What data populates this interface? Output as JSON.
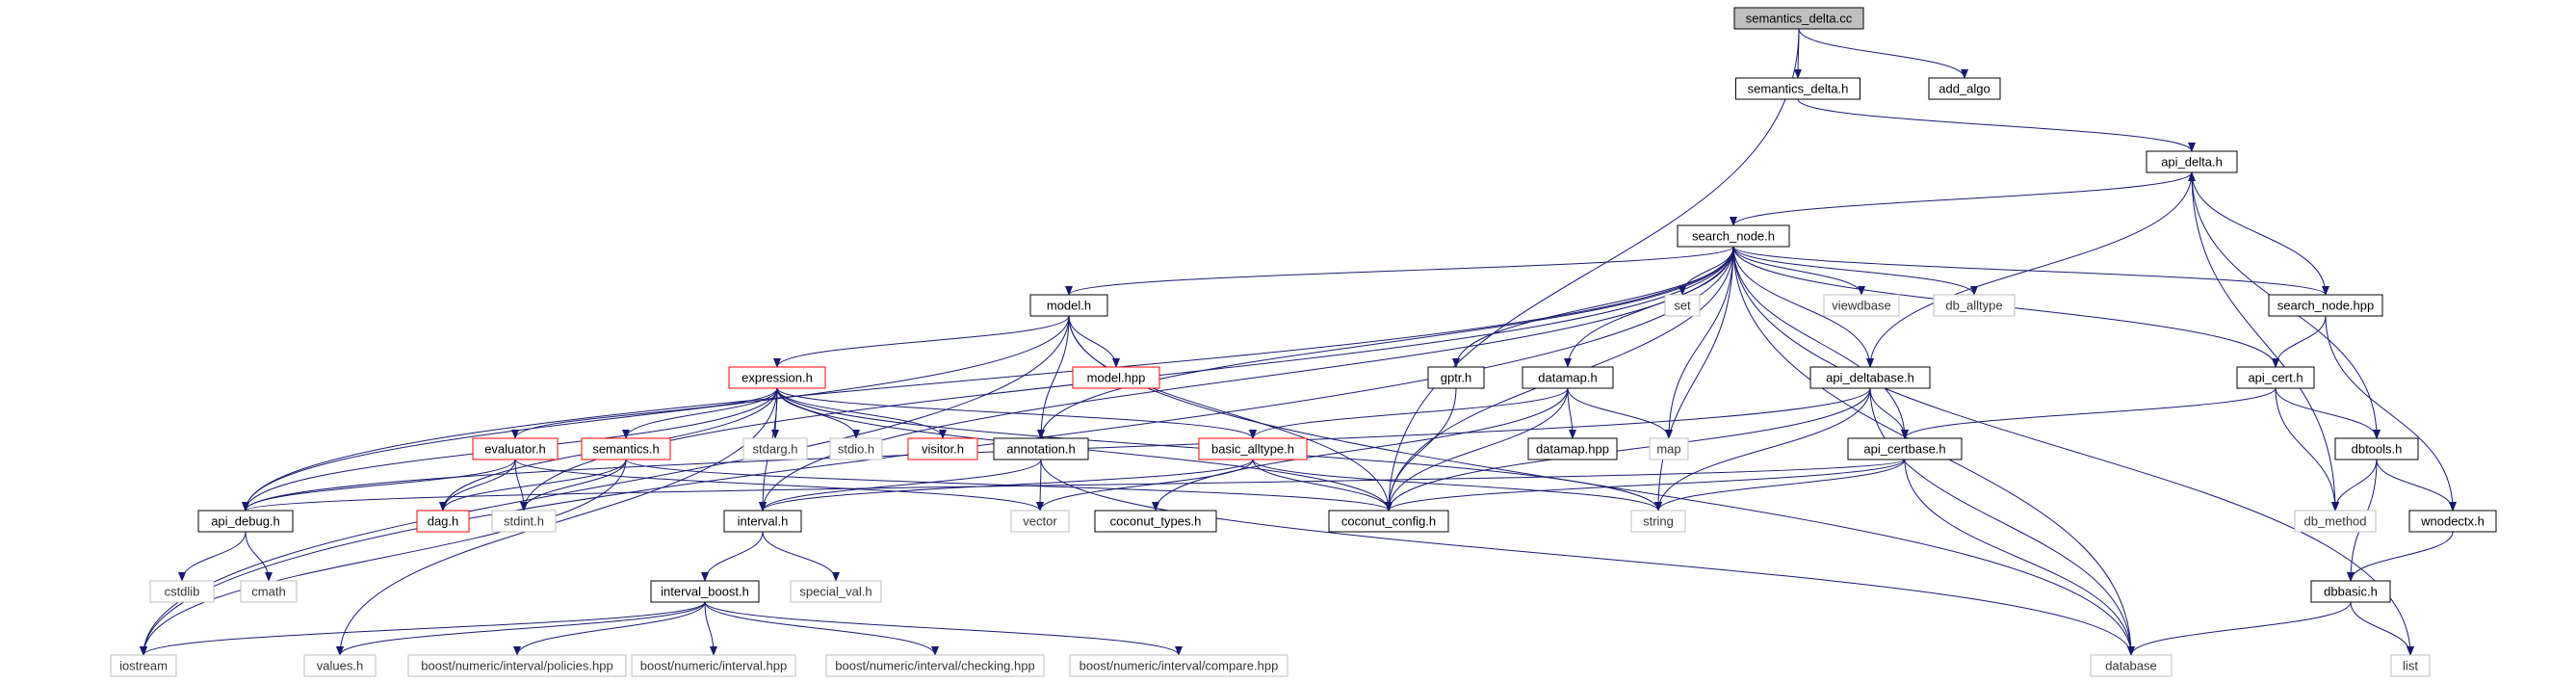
{
  "title": "semantics_delta.cc",
  "colors": {
    "root_fill": "#bfbfbf",
    "edge": "#191970",
    "documented_border": "#000000",
    "external_border": "#bfbfbf",
    "truncated_border": "#ff0000",
    "background": "#ffffff"
  },
  "nodes": [
    {
      "id": "semantics_delta_cc",
      "label": "semantics_delta.cc",
      "kind": "root"
    },
    {
      "id": "semantics_delta_h",
      "label": "semantics_delta.h",
      "kind": "documented"
    },
    {
      "id": "add_algo",
      "label": "add_algo",
      "kind": "documented"
    },
    {
      "id": "api_delta_h",
      "label": "api_delta.h",
      "kind": "documented"
    },
    {
      "id": "search_node_h",
      "label": "search_node.h",
      "kind": "documented"
    },
    {
      "id": "model_h",
      "label": "model.h",
      "kind": "documented"
    },
    {
      "id": "set",
      "label": "set",
      "kind": "external"
    },
    {
      "id": "viewdbase",
      "label": "viewdbase",
      "kind": "external"
    },
    {
      "id": "db_alltype",
      "label": "db_alltype",
      "kind": "external"
    },
    {
      "id": "search_node_hpp",
      "label": "search_node.hpp",
      "kind": "documented"
    },
    {
      "id": "model_hpp",
      "label": "model.hpp",
      "kind": "truncated"
    },
    {
      "id": "gptr_h",
      "label": "gptr.h",
      "kind": "documented"
    },
    {
      "id": "datamap_h",
      "label": "datamap.h",
      "kind": "documented"
    },
    {
      "id": "api_deltabase_h",
      "label": "api_deltabase.h",
      "kind": "documented"
    },
    {
      "id": "api_cert_h",
      "label": "api_cert.h",
      "kind": "documented"
    },
    {
      "id": "expression_h",
      "label": "expression.h",
      "kind": "truncated"
    },
    {
      "id": "evaluator_h",
      "label": "evaluator.h",
      "kind": "truncated"
    },
    {
      "id": "semantics_h",
      "label": "semantics.h",
      "kind": "truncated"
    },
    {
      "id": "stdarg_h",
      "label": "stdarg.h",
      "kind": "external"
    },
    {
      "id": "stdio_h",
      "label": "stdio.h",
      "kind": "external"
    },
    {
      "id": "visitor_h",
      "label": "visitor.h",
      "kind": "truncated"
    },
    {
      "id": "annotation_h",
      "label": "annotation.h",
      "kind": "documented"
    },
    {
      "id": "basic_alltype_h",
      "label": "basic_alltype.h",
      "kind": "truncated"
    },
    {
      "id": "datamap_hpp",
      "label": "datamap.hpp",
      "kind": "documented"
    },
    {
      "id": "map",
      "label": "map",
      "kind": "external"
    },
    {
      "id": "api_certbase_h",
      "label": "api_certbase.h",
      "kind": "documented"
    },
    {
      "id": "dbtools_h",
      "label": "dbtools.h",
      "kind": "documented"
    },
    {
      "id": "api_debug_h",
      "label": "api_debug.h",
      "kind": "documented"
    },
    {
      "id": "dag_h",
      "label": "dag.h",
      "kind": "truncated"
    },
    {
      "id": "stdint_h",
      "label": "stdint.h",
      "kind": "external"
    },
    {
      "id": "interval_h",
      "label": "interval.h",
      "kind": "documented"
    },
    {
      "id": "vector",
      "label": "vector",
      "kind": "external"
    },
    {
      "id": "coconut_types_h",
      "label": "coconut_types.h",
      "kind": "documented"
    },
    {
      "id": "coconut_config_h",
      "label": "coconut_config.h",
      "kind": "documented"
    },
    {
      "id": "string",
      "label": "string",
      "kind": "external"
    },
    {
      "id": "db_method",
      "label": "db_method",
      "kind": "external"
    },
    {
      "id": "wnodectx_h",
      "label": "wnodectx.h",
      "kind": "documented"
    },
    {
      "id": "cstdlib",
      "label": "cstdlib",
      "kind": "external"
    },
    {
      "id": "cmath",
      "label": "cmath",
      "kind": "external"
    },
    {
      "id": "interval_boost_h",
      "label": "interval_boost.h",
      "kind": "documented"
    },
    {
      "id": "special_val_h",
      "label": "special_val.h",
      "kind": "external"
    },
    {
      "id": "dbbasic_h",
      "label": "dbbasic.h",
      "kind": "documented"
    },
    {
      "id": "iostream",
      "label": "iostream",
      "kind": "external"
    },
    {
      "id": "values_h",
      "label": "values.h",
      "kind": "external"
    },
    {
      "id": "policies_hpp",
      "label": "boost/numeric/interval/policies.hpp",
      "kind": "external"
    },
    {
      "id": "interval_hpp",
      "label": "boost/numeric/interval.hpp",
      "kind": "external"
    },
    {
      "id": "checking_hpp",
      "label": "boost/numeric/interval/checking.hpp",
      "kind": "external"
    },
    {
      "id": "compare_hpp",
      "label": "boost/numeric/interval/compare.hpp",
      "kind": "external"
    },
    {
      "id": "database",
      "label": "database",
      "kind": "external"
    },
    {
      "id": "list",
      "label": "list",
      "kind": "external"
    }
  ],
  "edges": [
    [
      "semantics_delta_cc",
      "semantics_delta_h"
    ],
    [
      "semantics_delta_cc",
      "add_algo"
    ],
    [
      "semantics_delta_cc",
      "coconut_config_h"
    ],
    [
      "semantics_delta_h",
      "api_delta_h"
    ],
    [
      "api_delta_h",
      "search_node_h"
    ],
    [
      "api_delta_h",
      "api_deltabase_h"
    ],
    [
      "api_delta_h",
      "dbtools_h"
    ],
    [
      "api_delta_h",
      "db_method"
    ],
    [
      "search_node_h",
      "model_h"
    ],
    [
      "search_node_h",
      "set"
    ],
    [
      "search_node_h",
      "viewdbase"
    ],
    [
      "search_node_h",
      "db_alltype"
    ],
    [
      "search_node_h",
      "search_node_hpp"
    ],
    [
      "search_node_h",
      "gptr_h"
    ],
    [
      "search_node_h",
      "datamap_h"
    ],
    [
      "search_node_h",
      "api_deltabase_h"
    ],
    [
      "search_node_h",
      "api_cert_h"
    ],
    [
      "search_node_h",
      "annotation_h"
    ],
    [
      "search_node_h",
      "api_debug_h"
    ],
    [
      "search_node_h",
      "iostream"
    ],
    [
      "search_node_h",
      "interval_h"
    ],
    [
      "search_node_h",
      "map"
    ],
    [
      "search_node_h",
      "api_certbase_h"
    ],
    [
      "search_node_h",
      "coconut_config_h"
    ],
    [
      "search_node_h",
      "string"
    ],
    [
      "search_node_h",
      "database"
    ],
    [
      "search_node_h",
      "list"
    ],
    [
      "search_node_h",
      "stdint_h"
    ],
    [
      "search_node_hpp",
      "api_delta_h"
    ],
    [
      "search_node_hpp",
      "api_cert_h"
    ],
    [
      "search_node_hpp",
      "wnodectx_h"
    ],
    [
      "model_h",
      "expression_h"
    ],
    [
      "model_h",
      "model_hpp"
    ],
    [
      "model_h",
      "annotation_h"
    ],
    [
      "model_h",
      "coconut_config_h"
    ],
    [
      "model_h",
      "api_debug_h"
    ],
    [
      "model_h",
      "iostream"
    ],
    [
      "model_h",
      "database"
    ],
    [
      "expression_h",
      "evaluator_h"
    ],
    [
      "expression_h",
      "semantics_h"
    ],
    [
      "expression_h",
      "stdarg_h"
    ],
    [
      "expression_h",
      "stdio_h"
    ],
    [
      "expression_h",
      "visitor_h"
    ],
    [
      "expression_h",
      "basic_alltype_h"
    ],
    [
      "expression_h",
      "api_debug_h"
    ],
    [
      "expression_h",
      "dag_h"
    ],
    [
      "expression_h",
      "interval_h"
    ],
    [
      "expression_h",
      "values_h"
    ],
    [
      "expression_h",
      "coconut_config_h"
    ],
    [
      "expression_h",
      "string"
    ],
    [
      "evaluator_h",
      "dag_h"
    ],
    [
      "evaluator_h",
      "stdint_h"
    ],
    [
      "evaluator_h",
      "api_debug_h"
    ],
    [
      "evaluator_h",
      "vector"
    ],
    [
      "semantics_h",
      "dag_h"
    ],
    [
      "semantics_h",
      "stdint_h"
    ],
    [
      "semantics_h",
      "coconut_config_h"
    ],
    [
      "semantics_h",
      "iostream"
    ],
    [
      "annotation_h",
      "interval_h"
    ],
    [
      "annotation_h",
      "vector"
    ],
    [
      "annotation_h",
      "database"
    ],
    [
      "basic_alltype_h",
      "interval_h"
    ],
    [
      "basic_alltype_h",
      "coconut_config_h"
    ],
    [
      "basic_alltype_h",
      "vector"
    ],
    [
      "basic_alltype_h",
      "string"
    ],
    [
      "gptr_h",
      "coconut_config_h"
    ],
    [
      "datamap_h",
      "datamap_hpp"
    ],
    [
      "datamap_h",
      "map"
    ],
    [
      "datamap_h",
      "basic_alltype_h"
    ],
    [
      "datamap_h",
      "coconut_config_h"
    ],
    [
      "datamap_h",
      "coconut_types_h"
    ],
    [
      "api_deltabase_h",
      "api_certbase_h"
    ],
    [
      "api_deltabase_h",
      "string"
    ],
    [
      "api_deltabase_h",
      "database"
    ],
    [
      "api_deltabase_h",
      "coconut_config_h"
    ],
    [
      "api_deltabase_h",
      "api_debug_h"
    ],
    [
      "api_cert_h",
      "api_certbase_h"
    ],
    [
      "api_cert_h",
      "dbtools_h"
    ],
    [
      "api_cert_h",
      "db_method"
    ],
    [
      "api_certbase_h",
      "database"
    ],
    [
      "api_certbase_h",
      "coconut_config_h"
    ],
    [
      "api_certbase_h",
      "string"
    ],
    [
      "api_certbase_h",
      "api_debug_h"
    ],
    [
      "dbtools_h",
      "db_method"
    ],
    [
      "dbtools_h",
      "wnodectx_h"
    ],
    [
      "dbtools_h",
      "dbbasic_h"
    ],
    [
      "wnodectx_h",
      "dbbasic_h"
    ],
    [
      "dbbasic_h",
      "database"
    ],
    [
      "dbbasic_h",
      "list"
    ],
    [
      "api_debug_h",
      "cstdlib"
    ],
    [
      "api_debug_h",
      "cmath"
    ],
    [
      "interval_h",
      "interval_boost_h"
    ],
    [
      "interval_h",
      "special_val_h"
    ],
    [
      "interval_boost_h",
      "iostream"
    ],
    [
      "interval_boost_h",
      "values_h"
    ],
    [
      "interval_boost_h",
      "policies_hpp"
    ],
    [
      "interval_boost_h",
      "interval_hpp"
    ],
    [
      "interval_boost_h",
      "checking_hpp"
    ],
    [
      "interval_boost_h",
      "compare_hpp"
    ]
  ]
}
